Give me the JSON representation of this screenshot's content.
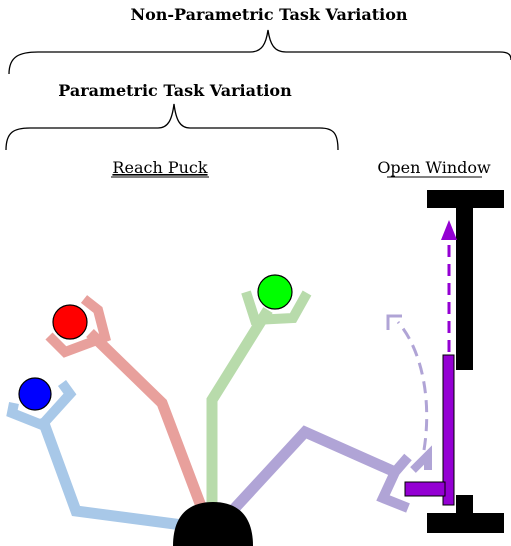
{
  "labels": {
    "non_parametric": "Non-Parametric Task Variation",
    "parametric": "Parametric Task Variation",
    "reach_puck": "Reach Puck",
    "open_window": "Open Window"
  },
  "colors": {
    "arm_blue": "#a8c8e8",
    "arm_red": "#e8a09c",
    "arm_green": "#b8dbab",
    "arm_purple": "#b0a4d6",
    "puck_blue": "#0000ff",
    "puck_red": "#ff0000",
    "puck_green": "#00ff00",
    "window_handle": "#9400d3",
    "base": "#000000",
    "arrow_dashed_light": "#b0a4d6"
  }
}
